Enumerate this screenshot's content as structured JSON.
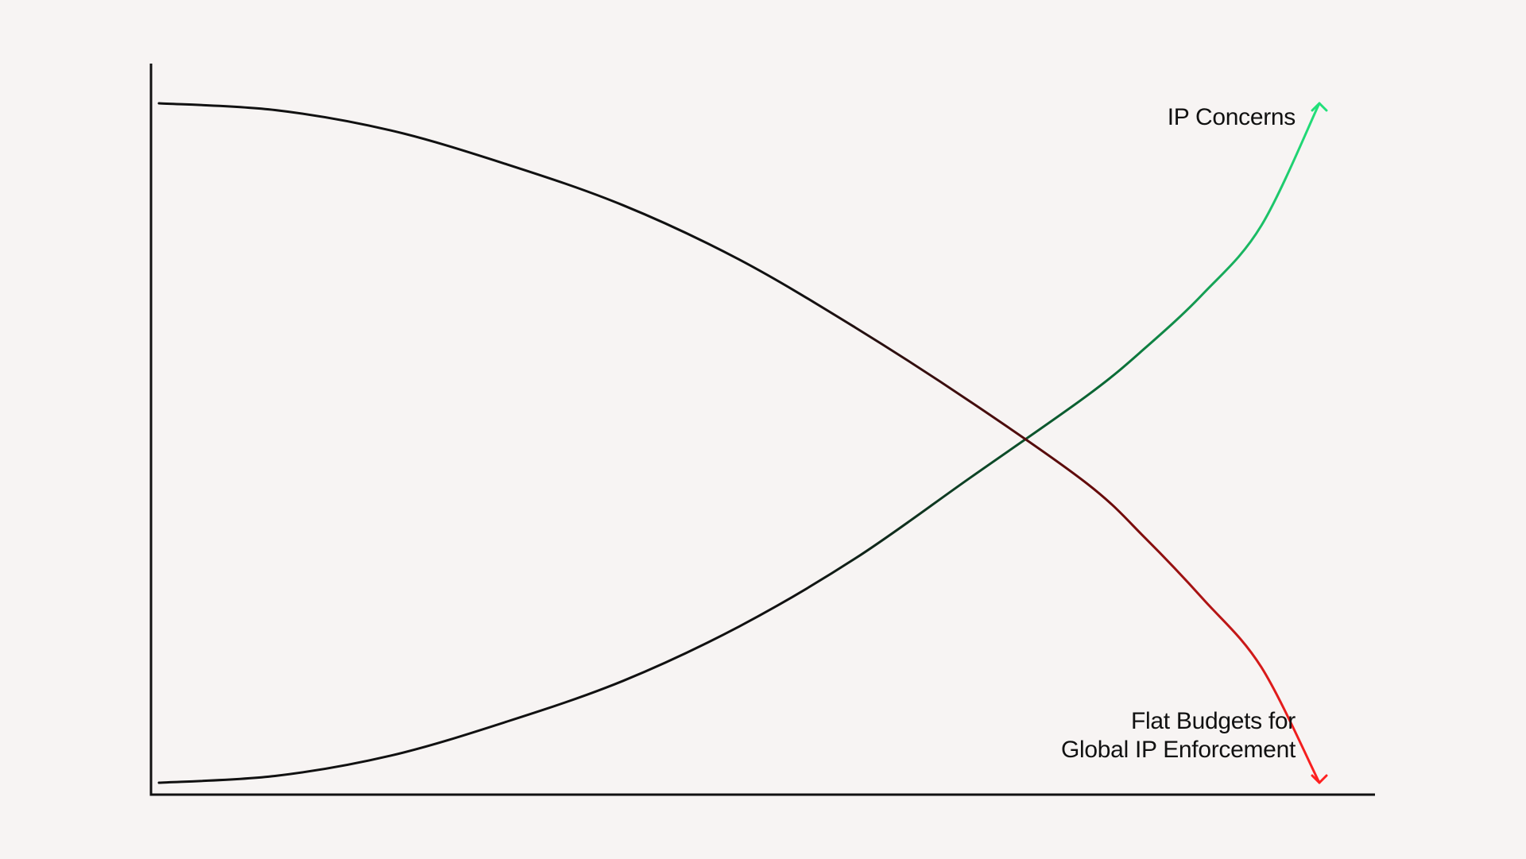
{
  "chart_data": {
    "type": "line",
    "title": "",
    "xlabel": "",
    "ylabel": "",
    "xlim": [
      0,
      1
    ],
    "ylim": [
      0,
      1
    ],
    "grid": false,
    "axes": {
      "left": true,
      "bottom": true,
      "ticks": false
    },
    "series": [
      {
        "name": "IP Concerns",
        "label_lines": [
          "IP Concerns"
        ],
        "direction": "up",
        "colors": {
          "start": "#111111",
          "mid": "#0a6a35",
          "end": "#22e07a"
        },
        "x": [
          0.0,
          0.1,
          0.2,
          0.3,
          0.4,
          0.5,
          0.6,
          0.7,
          0.8,
          0.85,
          0.9,
          0.95,
          1.0
        ],
        "y": [
          0.0,
          0.01,
          0.04,
          0.09,
          0.15,
          0.23,
          0.33,
          0.45,
          0.57,
          0.64,
          0.72,
          0.82,
          1.0
        ]
      },
      {
        "name": "Flat Budgets for Global IP Enforcement",
        "label_lines": [
          "Flat Budgets for",
          "Global IP Enforcement"
        ],
        "direction": "down",
        "colors": {
          "start": "#111111",
          "mid": "#6a0a0a",
          "end": "#ff2020"
        },
        "x": [
          0.0,
          0.1,
          0.2,
          0.3,
          0.4,
          0.5,
          0.6,
          0.7,
          0.8,
          0.85,
          0.9,
          0.95,
          1.0
        ],
        "y": [
          1.0,
          0.99,
          0.96,
          0.91,
          0.85,
          0.77,
          0.67,
          0.56,
          0.44,
          0.36,
          0.27,
          0.17,
          0.0
        ]
      }
    ]
  }
}
